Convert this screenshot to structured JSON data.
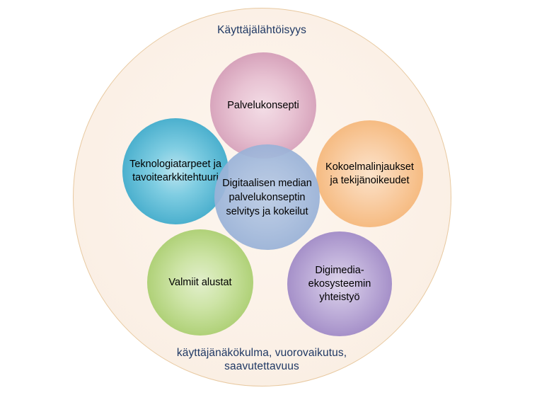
{
  "diagram": {
    "type": "venn-bubble-diagram",
    "background_color": "#ffffff",
    "outer_ring": {
      "name": "outer-context-ring",
      "fill_color": "#fbf0e6",
      "border_color": "#e8c9a0",
      "top_label": "Käyttäjälähtöisyys",
      "bottom_label": "käyttäjänäkökulma, vuorovaikutus,\nsaavutettavuus",
      "label_color": "#1f3864"
    },
    "bubbles": [
      {
        "id": "palvelukonsepti",
        "position": "top",
        "label": "Palvelukonsepti",
        "color": "#d39cb6",
        "text_color": "#000000"
      },
      {
        "id": "teknologiatarpeet",
        "position": "left",
        "label": "Teknologiatarpeet ja\ntavoitearkkitehtuuri",
        "color": "#3fa9c9",
        "text_color": "#000000"
      },
      {
        "id": "kokoelmalinjaukset",
        "position": "right",
        "label": "Kokoelmalinjaukset\nja tekijänoikeudet",
        "color": "#f5b678",
        "text_color": "#000000"
      },
      {
        "id": "valmiit-alustat",
        "position": "bottom-left",
        "label": "Valmiit alustat",
        "color": "#a8cc6c",
        "text_color": "#000000"
      },
      {
        "id": "digimedia-ekosysteemi",
        "position": "bottom-right",
        "label": "Digimedia-\nekosysteemin\nyhteistyö",
        "color": "#9e87c4",
        "text_color": "#000000"
      },
      {
        "id": "digitaalisen-median-selvitys",
        "position": "center",
        "label": "Digitaalisen median\npalvelukonseptin\nselvitys ja kokeilut",
        "color": "#92acd4",
        "text_color": "#000000"
      }
    ]
  }
}
